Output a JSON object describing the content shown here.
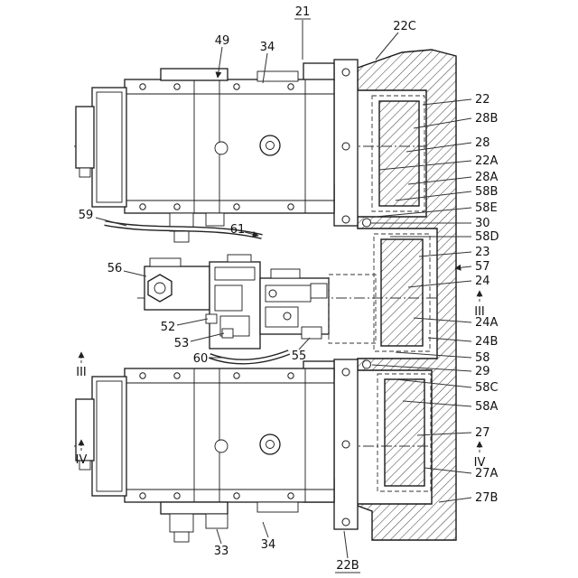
{
  "figure": {
    "kind": "patent-sectional-drawing",
    "description": "Twin hydraulic travel motor assemblies with a central control valve unit bolted to a hatched machine-frame cross-section",
    "figure_number_top": "21",
    "figure_number_bottom": "22B",
    "colors": {
      "line": "#1a1a1a",
      "background": "#ffffff",
      "hatch": "#4a4a4a"
    }
  },
  "labels": {
    "n21": "21",
    "n49": "49",
    "n34t": "34",
    "n22C": "22C",
    "n22": "22",
    "n28B": "28B",
    "n28": "28",
    "n22A": "22A",
    "n28A": "28A",
    "n58B": "58B",
    "n58E": "58E",
    "n30": "30",
    "n58D": "58D",
    "n23": "23",
    "n57": "57",
    "n24": "24",
    "nIIIr": "III",
    "n24A": "24A",
    "n24B": "24B",
    "n58": "58",
    "n29": "29",
    "n58C": "58C",
    "n58A": "58A",
    "n27": "27",
    "nIVr": "IV",
    "n27A": "27A",
    "n27B": "27B",
    "n59": "59",
    "n61": "61",
    "n56": "56",
    "n52": "52",
    "n53": "53",
    "nIIIl": "III",
    "n60": "60",
    "n55": "55",
    "nIVl": "IV",
    "n33": "33",
    "n34b": "34",
    "n22B": "22B"
  }
}
